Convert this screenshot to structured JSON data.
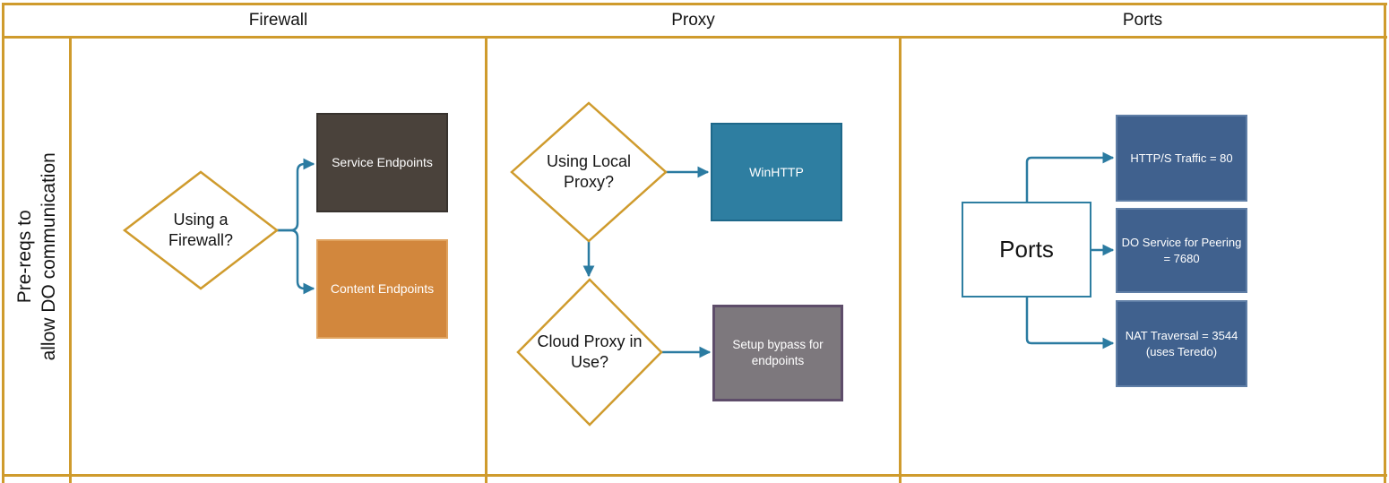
{
  "header": {
    "firewall_label": "Firewall",
    "proxy_label": "Proxy",
    "ports_label": "Ports"
  },
  "sidebar": {
    "text": "Pre-reqs to allow DO communication",
    "lines": [
      "Pre-reqs to",
      "allow DO communication"
    ]
  },
  "firewall_lane": {
    "decision": "Using a Firewall?",
    "service_endpoints": "Service Endpoints",
    "content_endpoints": "Content Endpoints"
  },
  "proxy_lane": {
    "local_proxy_decision": "Using Local Proxy?",
    "winhttp": "WinHTTP",
    "cloud_proxy_decision": "Cloud Proxy in Use?",
    "bypass": "Setup bypass for endpoints"
  },
  "ports_lane": {
    "source": "Ports",
    "http_traffic": "HTTP/S Traffic = 80",
    "do_service": "DO Service for Peering = 7680",
    "nat_traversal": "NAT Traversal = 3544 (uses Teredo)"
  },
  "colors": {
    "frame_orange": "#CF9B2D",
    "connector_teal": "#2B7BA1",
    "service_box_fill": "#4A423B",
    "content_box_fill": "#D2873D",
    "winhttp_box_fill": "#2E7EA1",
    "bypass_box_fill": "#7D787D",
    "bypass_box_border": "#5E4D6A",
    "ports_box_fill": "#40618E",
    "ports_box_border": "#5F7EA6",
    "ports_source_border": "#2E7EA1"
  }
}
